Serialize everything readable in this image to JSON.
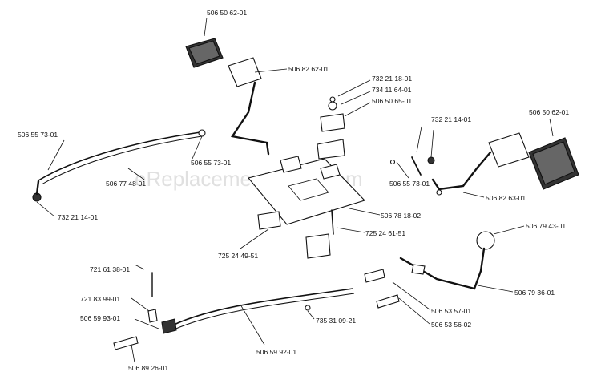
{
  "watermark": "eReplacementParts.com",
  "labels": {
    "pedal_pad_left": "506 50 62-01",
    "pedal_arm_left": "506 82 62-01",
    "screw_top": "732 21 18-01",
    "washer_top": "734 11 64-01",
    "nut_top": "506 50 65-01",
    "cable_left_end": "506 55 73-01",
    "cable_left_end_b": "506 55 73-01",
    "cable_left": "506 77 48-01",
    "clip_left": "732 21 14-01",
    "clip_right": "732 21 14-01",
    "pedal_pad_right": "506 50 62-01",
    "bracket_right": "506 55 73-01",
    "pedal_arm_right": "506 82 63-01",
    "plate": "506 78 18-02",
    "bolt_center": "725 24 61-51",
    "bolt_left": "725 24 49-51",
    "knob": "506 79 43-01",
    "rod": "506 79 36-01",
    "spring_a": "506 53 57-01",
    "spring_b": "506 53 56-02",
    "cable_bottom": "506 59 92-01",
    "pin_bottom": "735 31 09-21",
    "pin_a": "721 61 38-01",
    "pin_b": "721 83 99-01",
    "block_bottom": "506 59 93-01",
    "spring_bottom": "506 89 26-01"
  }
}
